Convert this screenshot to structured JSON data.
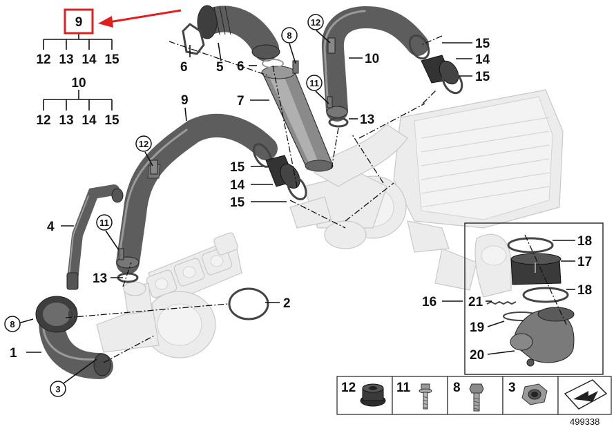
{
  "diagram": {
    "reference_number": "499338",
    "highlight_color": "#e02020",
    "legend_top_9": {
      "parent": "9",
      "children": [
        "12",
        "13",
        "14",
        "15"
      ]
    },
    "legend_top_10": {
      "parent": "10",
      "children": [
        "12",
        "13",
        "14",
        "15"
      ]
    },
    "callouts": {
      "c1": "1",
      "c2": "2",
      "c3": "3",
      "c4": "4",
      "c5": "5",
      "c6a": "6",
      "c6b": "6",
      "c7": "7",
      "c8a": "8",
      "c8b": "8",
      "c9": "9",
      "c10": "10",
      "c11a": "11",
      "c11b": "11",
      "c12a": "12",
      "c12b": "12",
      "c13a": "13",
      "c13b": "13",
      "c14a": "14",
      "c14b": "14",
      "c15a": "15",
      "c15b": "15",
      "c15c": "15",
      "c15d": "15",
      "c16": "16",
      "c17": "17",
      "c18a": "18",
      "c18b": "18",
      "c19": "19",
      "c20": "20",
      "c21": "21"
    },
    "parts_legend": [
      {
        "number": "12",
        "icon": "grommet-icon"
      },
      {
        "number": "11",
        "icon": "collar-bolt-icon"
      },
      {
        "number": "8",
        "icon": "hex-bolt-icon"
      },
      {
        "number": "3",
        "icon": "hex-nut-icon"
      }
    ]
  }
}
